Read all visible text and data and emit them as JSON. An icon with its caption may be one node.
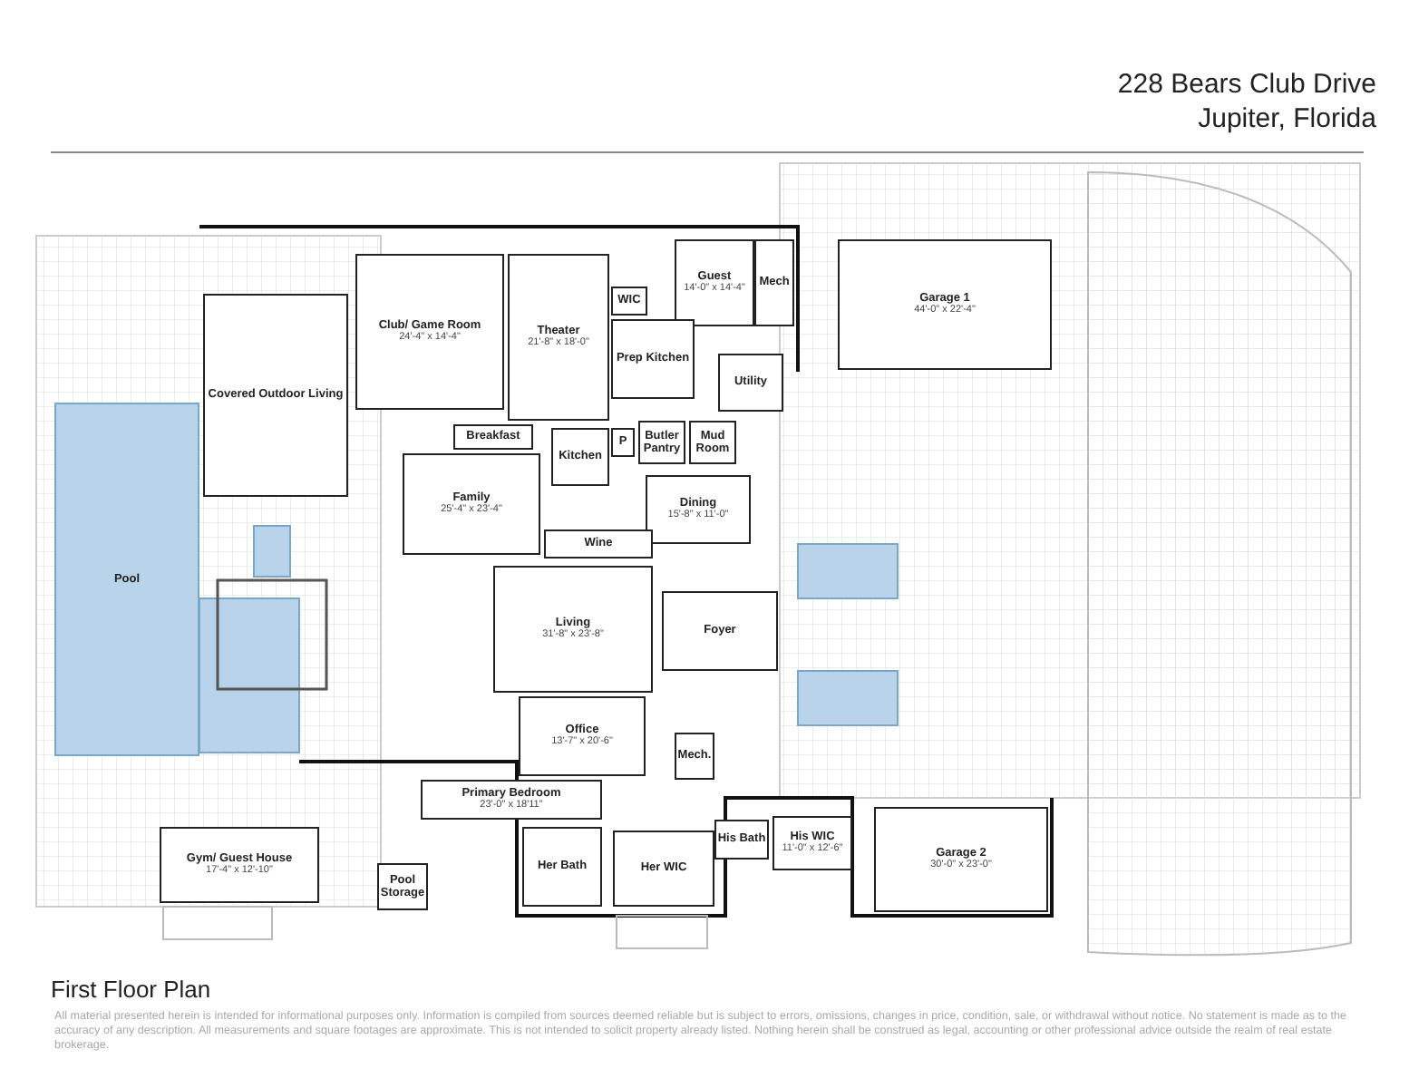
{
  "diagram": {
    "title": "228 Bears Club Drive",
    "caption": "First Floor Plan",
    "nodes": [
      {
        "text": [
          "Theater",
          "21'-8\" x 18'-0\""
        ]
      },
      {
        "text": [
          "Guest",
          "14'-0\" x 14'-4\""
        ]
      },
      {
        "text": [
          "Mech"
        ]
      },
      {
        "text": [
          "WIC"
        ]
      },
      {
        "text": [
          "Club/ Game Room",
          "24'-4\" x 14'-4\""
        ]
      },
      {
        "text": [
          "Garage 1",
          "44'-0\" x 22'-4\""
        ]
      },
      {
        "text": [
          "Covered Outdoor Living"
        ]
      },
      {
        "text": [
          "Prep Kitchen"
        ]
      },
      {
        "text": [
          "Utility"
        ]
      },
      {
        "text": [
          "Breakfast"
        ]
      },
      {
        "text": [
          "Kitchen"
        ]
      },
      {
        "text": [
          "P"
        ]
      },
      {
        "text": [
          "Butler Pantry"
        ]
      },
      {
        "text": [
          "Mud Room"
        ]
      },
      {
        "text": [
          "Family",
          "25'-4\" x 23'-4\""
        ]
      },
      {
        "text": [
          "Dining",
          "15'-8\" x 11'-0\""
        ]
      },
      {
        "text": [
          "Wine"
        ]
      },
      {
        "text": [
          "Pool"
        ]
      },
      {
        "text": [
          "Living",
          "31'-8\" x 23'-8\""
        ]
      },
      {
        "text": [
          "Foyer"
        ]
      },
      {
        "text": [
          "Office",
          "13'-7\" x 20'-6\""
        ]
      },
      {
        "text": [
          "Mech."
        ]
      },
      {
        "text": [
          "Primary Bedroom",
          "23'-0\" x 18'11\""
        ]
      },
      {
        "text": [
          "His Bath"
        ]
      },
      {
        "text": [
          "His WIC",
          "11'-0\" x 12'-6\""
        ]
      },
      {
        "text": [
          "Garage 2",
          "30'-0\" x 23'-0\""
        ]
      },
      {
        "text": [
          "Gym/ Guest House",
          "17'-4\" x 12'-10\""
        ]
      },
      {
        "text": [
          "Pool Storage"
        ]
      },
      {
        "text": [
          "Her Bath"
        ]
      },
      {
        "text": [
          "Her WIC"
        ]
      }
    ],
    "labels": [
      "Jupiter, Florida",
      "All material presented herein is intended for informational purposes only. Information is compiled from sources deemed reliable but is subject to errors, omissions, changes in price, condition, sale, or withdrawal without notice. No statement is made as to the accuracy of any description. All measurements and square footages are approximate. This is not intended to solicit property already listed. Nothing herein shall be construed as legal, accounting or other professional advice outside the realm of real estate brokerage."
    ]
  }
}
